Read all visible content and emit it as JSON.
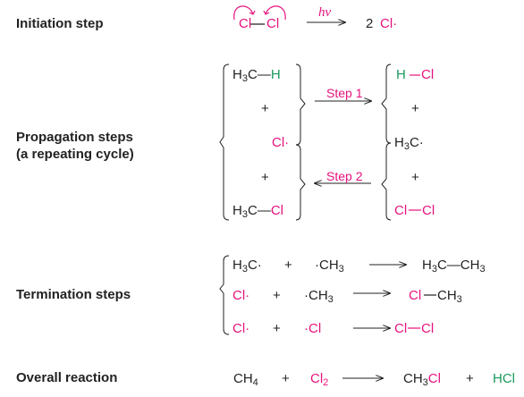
{
  "colors": {
    "chlorine": "#e5127d",
    "hydrogen": "#1a9a5c",
    "text": "#222222"
  },
  "labels": {
    "initiation": "Initiation step",
    "propagation_1": "Propagation steps",
    "propagation_2": "(a repeating cycle)",
    "termination": "Termination steps",
    "overall": "Overall reaction"
  },
  "initiation": {
    "reactant_cl_left": "Cl",
    "reactant_cl_right": "Cl",
    "condition": "hν",
    "product_coef": "2",
    "product": "Cl·"
  },
  "propagation": {
    "left": {
      "h3c": "H3C",
      "h": "H",
      "plus1": "+",
      "cl_radical": "Cl·",
      "plus2": "+",
      "h3c_b": "H3C",
      "cl": "Cl"
    },
    "step1": "Step 1",
    "step2": "Step 2",
    "right": {
      "h": "H",
      "cl": "Cl",
      "plus1": "+",
      "methyl_radical": "H3C·",
      "plus2": "+",
      "cl_a": "Cl",
      "cl_b": "Cl"
    }
  },
  "termination": [
    {
      "a": "H3C·",
      "plus": "+",
      "b": "·CH3",
      "product": "H3C—CH3"
    },
    {
      "a": "Cl·",
      "plus": "+",
      "b": "·CH3",
      "product_a": "Cl",
      "product_b": "CH3"
    },
    {
      "a": "Cl·",
      "plus": "+",
      "b": "·Cl",
      "product_a": "Cl",
      "product_b": "Cl"
    }
  ],
  "overall": {
    "ch4": "CH4",
    "plus1": "+",
    "cl2": "Cl2",
    "ch3cl": "CH3Cl",
    "plus2": "+",
    "hcl": "HCl"
  }
}
